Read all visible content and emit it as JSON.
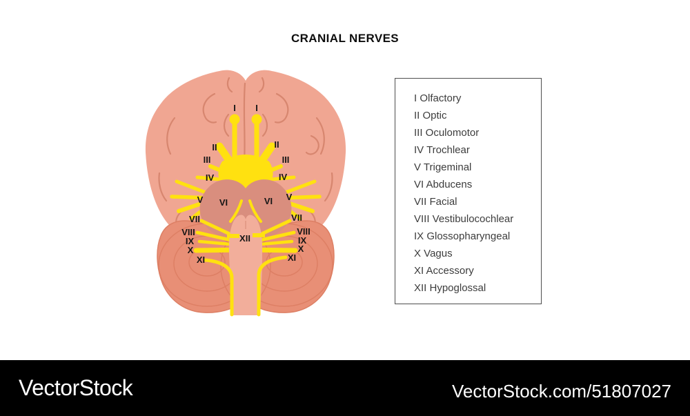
{
  "title": "CRANIAL NERVES",
  "legend": {
    "items": [
      "I Olfactory",
      "II Optic",
      "III Oculomotor",
      "IV Trochlear",
      "V Trigeminal",
      "VI Abducens",
      "VII Facial",
      "VIII Vestibulocochlear",
      "IX Glossopharyngeal",
      "X Vagus",
      "XI Accessory",
      "XII Hypoglossal"
    ]
  },
  "brain": {
    "labels": [
      "I",
      "I",
      "II",
      "II",
      "III",
      "III",
      "IV",
      "IV",
      "V",
      "V",
      "VI",
      "VI",
      "VII",
      "VII",
      "VIII",
      "VIII",
      "IX",
      "IX",
      "X",
      "X",
      "XI",
      "XI",
      "XII"
    ]
  },
  "watermark": {
    "logo": "VectorStock",
    "url": "VectorStock.com/51807027"
  },
  "colors": {
    "nerve_yellow": "#FFE110",
    "cerebrum": "#F0A692",
    "gyri_line": "#D7866F",
    "cerebellum": "#E88F76",
    "cerebellum_line": "#DD7F64",
    "pons": "#D98E7E",
    "brainstem": "#F2AE9B",
    "label_black": "#151515",
    "watermark_bg": "#000000"
  }
}
